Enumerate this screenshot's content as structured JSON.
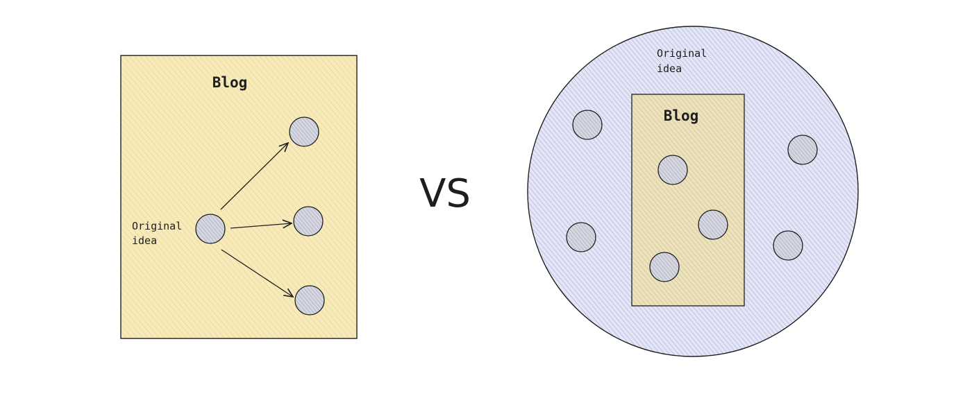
{
  "left_panel": {
    "title": "Blog",
    "origin_label_line1": "Original",
    "origin_label_line2": "idea",
    "fill_color": "#f5e6ab",
    "target_count": 3
  },
  "separator": {
    "text": "VS"
  },
  "right_panel": {
    "outer_label_line1": "Original",
    "outer_label_line2": "idea",
    "inner_title": "Blog",
    "outer_fill_color": "#d0d3ee",
    "inner_fill_color": "#e6dcb5",
    "inner_node_count": 3,
    "outer_node_count": 4
  },
  "colors": {
    "stroke": "#1e1e1e",
    "node_fill": "#c3c4d1"
  }
}
